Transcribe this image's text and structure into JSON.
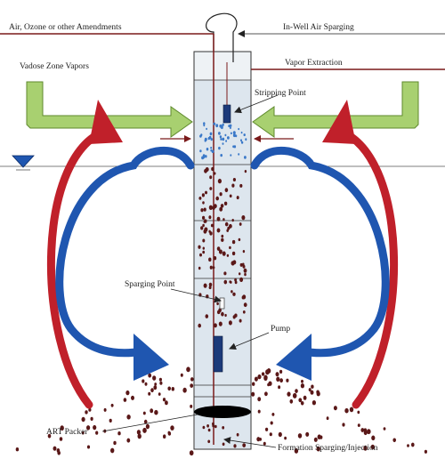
{
  "labels": {
    "air_ozone": "Air, Ozone or other Amendments",
    "in_well_sparging": "In-Well Air Sparging",
    "vadose_zone_vapors": "Vadose Zone Vapors",
    "vapor_extraction": "Vapor Extraction",
    "stripping_point": "Stripping Point",
    "sparging_point": "Sparging Point",
    "pump": "Pump",
    "art_packer": "ART Packer",
    "formation_sparging": "Formation Sparging/Injection"
  },
  "icons": {
    "water_table": "water-table-triangle-icon"
  },
  "colors": {
    "red_arrow": "#c0202a",
    "blue_arrow": "#1f56b0",
    "green_arrow": "#a8d070",
    "dark_red_line": "#7a1a1a",
    "well_water": "#dde6ee",
    "pump_body": "#1c3a7a",
    "packer": "#000000",
    "bubble_dark": "#5a1818",
    "bubble_blue": "#3a78c8"
  }
}
